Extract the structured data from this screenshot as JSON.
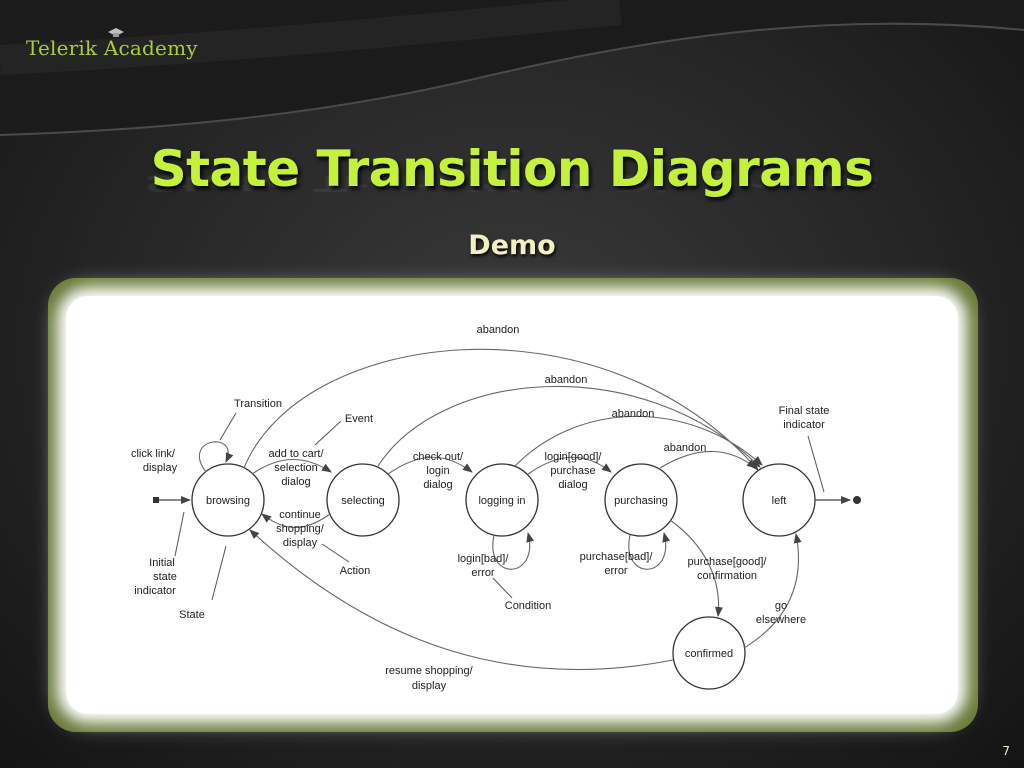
{
  "slide": {
    "logo": "Telerik Academy",
    "title": "State Transition Diagrams",
    "subtitle": "Demo",
    "page_number": "7"
  },
  "diagram": {
    "states": {
      "browsing": "browsing",
      "selecting": "selecting",
      "logging_in": "logging in",
      "purchasing": "purchasing",
      "left": "left",
      "confirmed": "confirmed"
    },
    "transitions": {
      "abandon_1": "abandon",
      "abandon_2": "abandon",
      "abandon_3": "abandon",
      "abandon_4": "abandon",
      "click_link_1": "click link/",
      "click_link_2": "display",
      "add_to_cart_1": "add to cart/",
      "add_to_cart_2": "selection",
      "add_to_cart_3": "dialog",
      "continue_1": "continue",
      "continue_2": "shopping/",
      "continue_3": "display",
      "check_out_1": "check out/",
      "check_out_2": "login",
      "check_out_3": "dialog",
      "login_good_1": "login[good]/",
      "login_good_2": "purchase",
      "login_good_3": "dialog",
      "login_bad_1": "login[bad]/",
      "login_bad_2": "error",
      "purchase_bad_1": "purchase[bad]/",
      "purchase_bad_2": "error",
      "purchase_good_1": "purchase[good]/",
      "purchase_good_2": "confirmation",
      "go_elsewhere_1": "go",
      "go_elsewhere_2": "elsewhere",
      "resume_1": "resume shopping/",
      "resume_2": "display"
    },
    "annotations": {
      "transition": "Transition",
      "event": "Event",
      "action": "Action",
      "condition": "Condition",
      "state": "State",
      "initial_1": "Initial",
      "initial_2": "state",
      "initial_3": "indicator",
      "final_1": "Final state",
      "final_2": "indicator"
    }
  },
  "colors": {
    "title": "#c4f23c",
    "subtitle": "#f2efc0",
    "logo": "#a7cf3a",
    "frame": "#5d6e2c"
  }
}
